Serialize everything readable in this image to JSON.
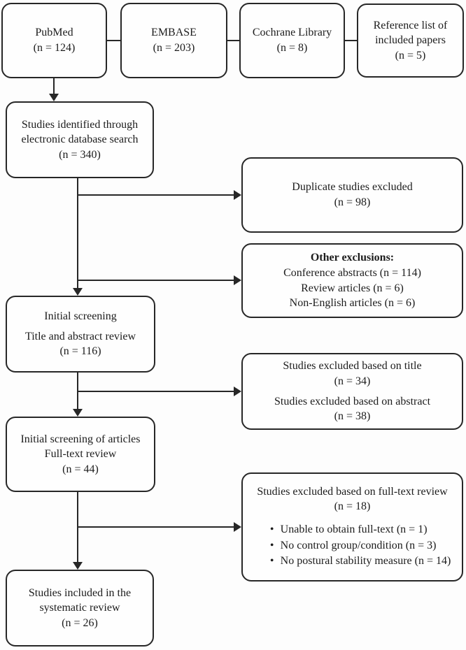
{
  "diagram": {
    "bullet": "•",
    "sources": [
      {
        "line1": "PubMed",
        "count": "(n = 124)"
      },
      {
        "line1": "EMBASE",
        "count": "(n = 203)"
      },
      {
        "line1": "Cochrane Library",
        "count": "(n = 8)"
      },
      {
        "line1": "Reference list of",
        "line2": "included papers",
        "count": "(n = 5)"
      }
    ],
    "identified": {
      "line1": "Studies identified through",
      "line2": "electronic database search",
      "count": "(n = 340)"
    },
    "duplicates": {
      "line1": "Duplicate studies excluded",
      "count": "(n = 98)"
    },
    "other_exclusions": {
      "heading": "Other exclusions:",
      "items": [
        "Conference abstracts (n = 114)",
        "Review articles (n = 6)",
        "Non-English articles (n = 6)"
      ]
    },
    "initial_screening": {
      "line1": "Initial screening",
      "line2": "Title and abstract review",
      "count": "(n = 116)"
    },
    "title_abstract_exclusions": {
      "entries": [
        {
          "line": "Studies excluded based on title",
          "count": "(n = 34)"
        },
        {
          "line": "Studies excluded based on abstract",
          "count": "(n = 38)"
        }
      ]
    },
    "full_text_screening": {
      "line1": "Initial screening of articles",
      "line2": "Full-text review",
      "count": "(n = 44)"
    },
    "full_text_exclusions": {
      "heading": "Studies excluded based on full-text review",
      "count": "(n = 18)",
      "items": [
        "Unable to obtain full-text (n = 1)",
        "No control group/condition (n = 3)",
        "No postural stability measure (n = 14)"
      ]
    },
    "included": {
      "line1": "Studies included in the",
      "line2": "systematic review",
      "count": "(n = 26)"
    }
  }
}
